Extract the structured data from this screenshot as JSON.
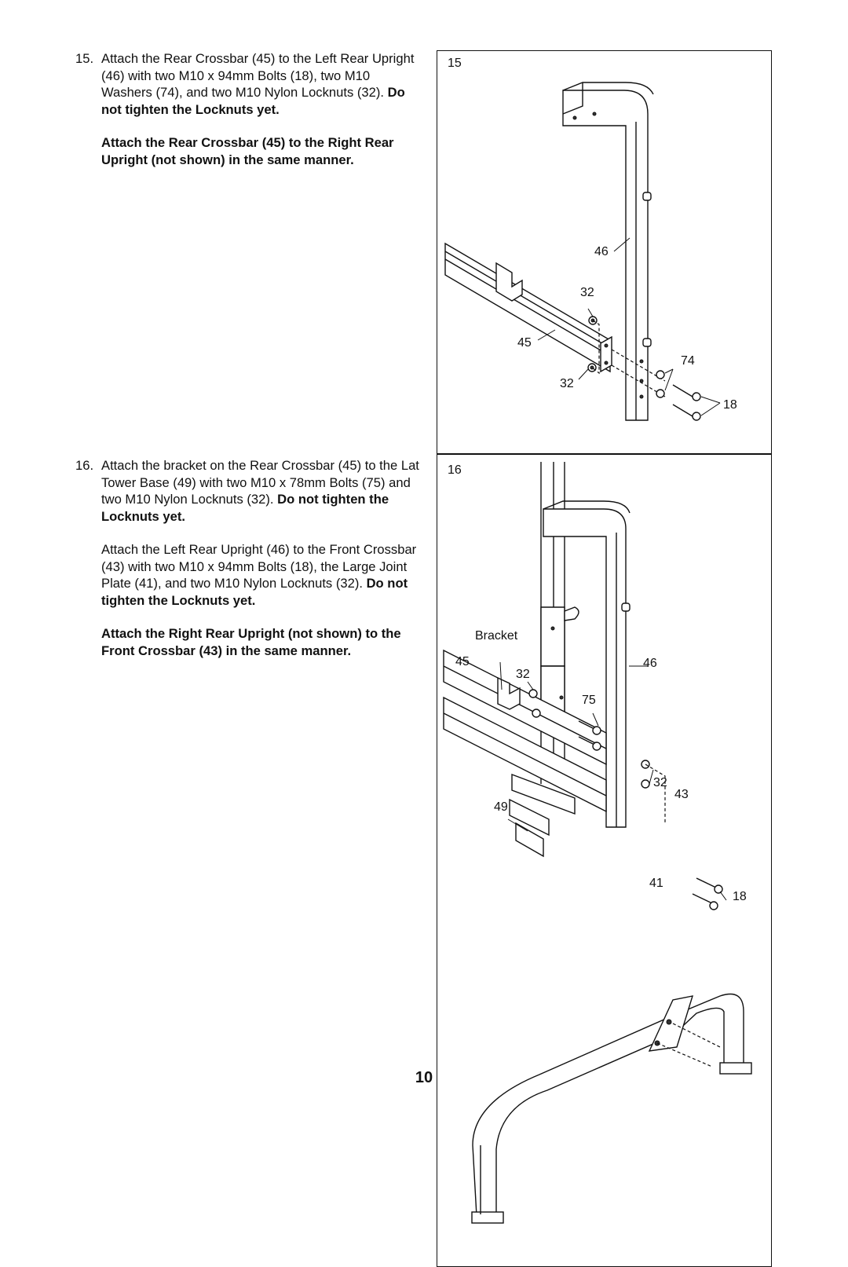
{
  "step15": {
    "number": "15.",
    "text": "Attach the Rear Crossbar (45) to the Left Rear Upright (46) with two M10 x 94mm Bolts (18), two M10 Washers (74), and two M10 Nylon Locknuts (32). ",
    "bold": "Do not tighten the Locknuts yet.",
    "note": "Attach the Rear Crossbar (45) to the Right Rear Upright (not shown) in the same manner."
  },
  "step16": {
    "number": "16.",
    "text": "Attach the bracket on the Rear Crossbar (45) to the Lat Tower Base (49) with two M10 x 78mm Bolts (75) and two M10 Nylon Locknuts (32). ",
    "bold": "Do not tighten the Locknuts yet.",
    "text2": "Attach the Left Rear Upright (46) to the Front Crossbar (43) with two M10 x 94mm Bolts (18), the Large Joint Plate (41), and two M10 Nylon Locknuts (32). ",
    "bold2": "Do not tighten the Locknuts yet.",
    "note": "Attach the Right Rear Upright (not shown) to the Front Crossbar (43) in the same manner."
  },
  "figure15": {
    "number": "15",
    "callouts": {
      "upright": "46",
      "nut_top": "32",
      "crossbar": "45",
      "nut_bottom": "32",
      "washers": "74",
      "bolts": "18"
    }
  },
  "figure16": {
    "number": "16",
    "callouts": {
      "bracket": "Bracket",
      "crossbar": "45",
      "nuts_top": "32",
      "upright": "46",
      "bolts_short": "75",
      "nuts_right": "32",
      "front_crossbar": "43",
      "base": "49",
      "joint_plate": "41",
      "bolts_long": "18"
    }
  },
  "page_number": "10"
}
